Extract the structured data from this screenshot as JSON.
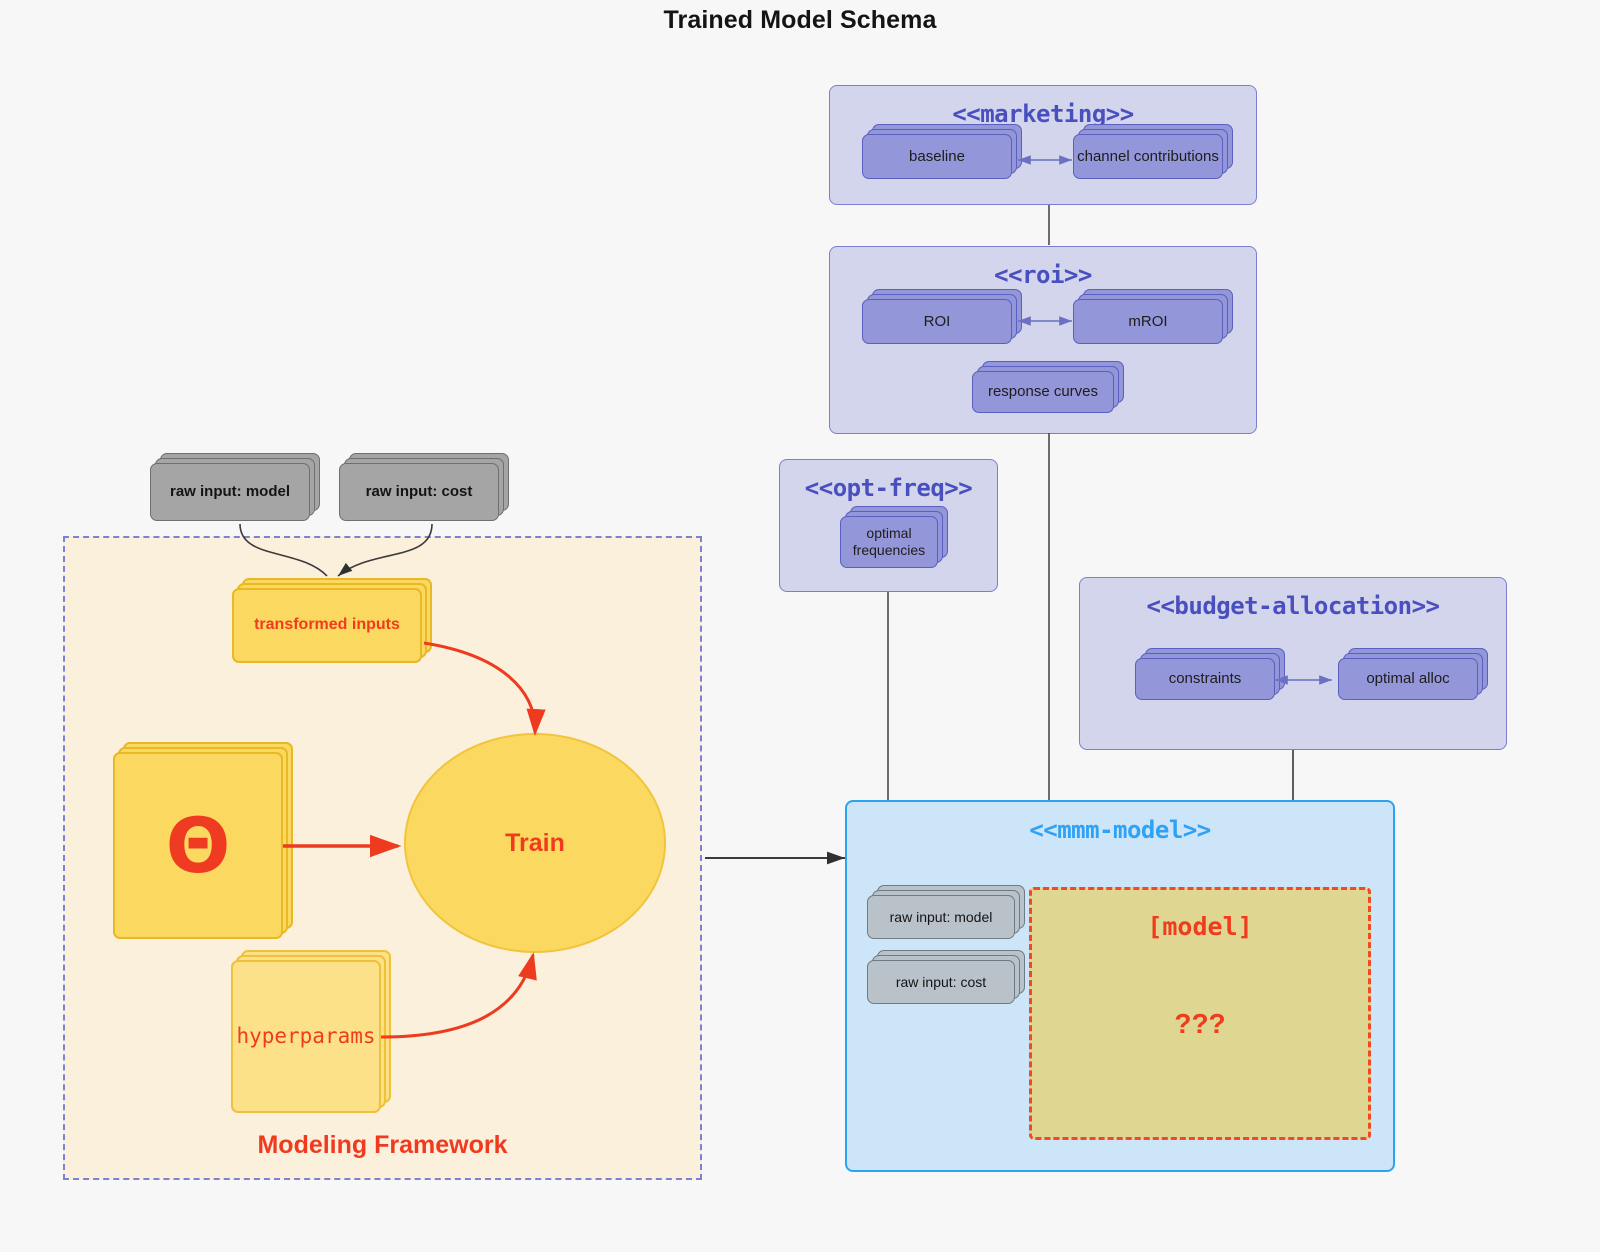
{
  "title": "Trained Model Schema",
  "colors": {
    "background": "#f7f7f7",
    "package_fill": "#d3d5ec",
    "package_stroke": "#7b7fcf",
    "package_title": "#4a4fc0",
    "node_purple_fill": "#9396d8",
    "node_purple_stroke": "#5b5fc0",
    "node_grey_fill": "#a5a5a5",
    "node_grey_stroke": "#6f6f6f",
    "framework_fill": "#faf0dc",
    "framework_stroke": "#7b82cf",
    "yellow_fill": "#fbd961",
    "yellow_stroke": "#e8b825",
    "accent_red": "#f03c1e",
    "mmm_fill": "#cce5f9",
    "mmm_stroke": "#2aa3f0",
    "model_fill": "#dfd791",
    "model_stroke": "#f0482a"
  },
  "packages": {
    "marketing": {
      "title": "<<marketing>>",
      "nodes": [
        {
          "label": "baseline"
        },
        {
          "label": "channel contributions"
        }
      ]
    },
    "roi": {
      "title": "<<roi>>",
      "nodes": [
        {
          "label": "ROI"
        },
        {
          "label": "mROI"
        },
        {
          "label": "response curves"
        }
      ]
    },
    "opt_freq": {
      "title": "<<opt-freq>>",
      "nodes": [
        {
          "label": "optimal\nfrequencies"
        }
      ]
    },
    "budget_allocation": {
      "title": "<<budget-allocation>>",
      "nodes": [
        {
          "label": "constraints"
        },
        {
          "label": "optimal alloc"
        }
      ]
    },
    "mmm_model": {
      "title": "<<mmm-model>>",
      "nodes": [
        {
          "label": "raw input: model"
        },
        {
          "label": "raw input: cost"
        }
      ],
      "model_box": {
        "label": "[model]",
        "unknown": "???"
      }
    }
  },
  "framework": {
    "label": "Modeling Framework",
    "raw_inputs": [
      {
        "label": "raw input: model"
      },
      {
        "label": "raw input: cost"
      }
    ],
    "transformed_inputs": {
      "label": "transformed inputs"
    },
    "theta": {
      "label": "Θ"
    },
    "hyperparams": {
      "label": "hyperparams"
    },
    "train": {
      "label": "Train"
    }
  }
}
